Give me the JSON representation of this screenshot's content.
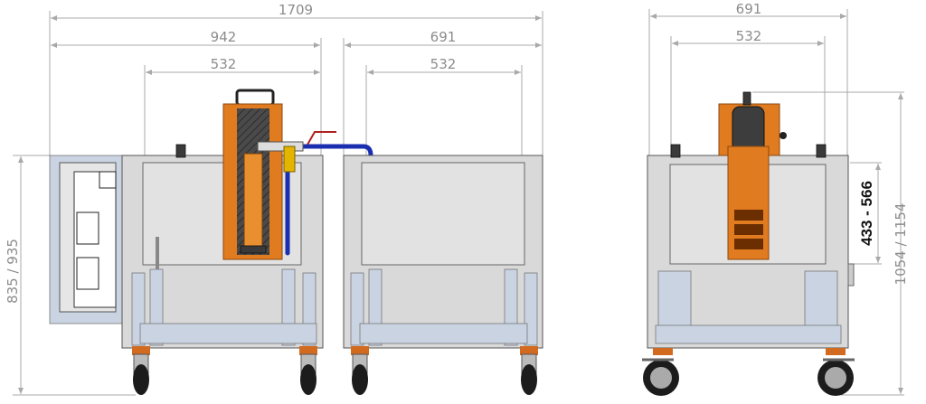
{
  "dimensions": {
    "overall_length": "1709",
    "left_unit_length": "942",
    "left_tank_width": "532",
    "middle_unit_length": "691",
    "middle_tank_width": "532",
    "side_unit_length": "691",
    "side_tank_width": "532",
    "left_height": "835 / 935",
    "filter_depth": "433 - 566",
    "total_height": "1054 / 1154"
  },
  "colors": {
    "housing": "#e07b20",
    "pipe": "#1a2fb0",
    "frame": "#d9d9d9",
    "dimension": "#a9a9a9"
  }
}
